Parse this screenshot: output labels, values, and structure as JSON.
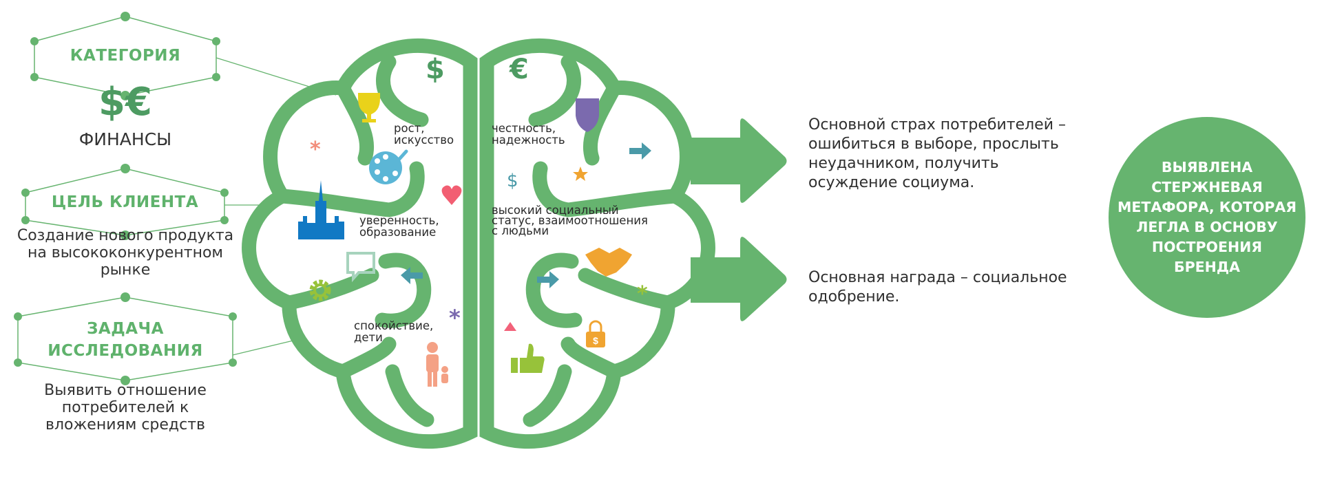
{
  "colors": {
    "green": "#66b46f",
    "label_green": "#5fb26c",
    "teal": "#4a9aa8",
    "blue": "#1179c4",
    "purple": "#7b6aae",
    "orange": "#f0a431",
    "salmon": "#f28e7c",
    "lime": "#97c23a",
    "pink": "#f2627a",
    "money_green": "#4d9b62"
  },
  "left": {
    "category": {
      "label": "КАТЕГОРИЯ",
      "symbols": "$€",
      "value": "ФИНАНСЫ"
    },
    "client_goal": {
      "label": "ЦЕЛЬ КЛИЕНТА",
      "lines": [
        "Создание нового продукта",
        "на высококонкурентном",
        "рынке"
      ]
    },
    "research_task": {
      "label_lines": [
        "ЗАДАЧА",
        "ИССЛЕДОВАНИЯ"
      ],
      "lines": [
        "Выявить отношение",
        "потребителей к",
        "вложениям средств"
      ]
    }
  },
  "brain": {
    "labels": {
      "growth": [
        "рост,",
        "искусство"
      ],
      "honesty": [
        "честность,",
        "надежность"
      ],
      "confidence": [
        "уверенность,",
        "образование"
      ],
      "status": [
        "высокий социальный",
        "статус, взаимоотношения",
        "с людьми"
      ],
      "calm": [
        "спокойствие,",
        "дети"
      ]
    },
    "icons": {
      "dollar": "$",
      "euro": "€",
      "small_dollar": "$"
    }
  },
  "right": {
    "fear": [
      "Основной страх потребителей –",
      "ошибиться в выборе, прослыть",
      "неудачником, получить",
      "осуждение социума."
    ],
    "reward": [
      "Основная награда – социальное",
      "одобрение."
    ],
    "conclusion": [
      "ВЫЯВЛЕНА",
      "СТЕРЖНЕВАЯ",
      "МЕТАФОРА, КОТОРАЯ",
      "ЛЕГЛА В ОСНОВУ",
      "ПОСТРОЕНИЯ",
      "БРЕНДА"
    ]
  }
}
